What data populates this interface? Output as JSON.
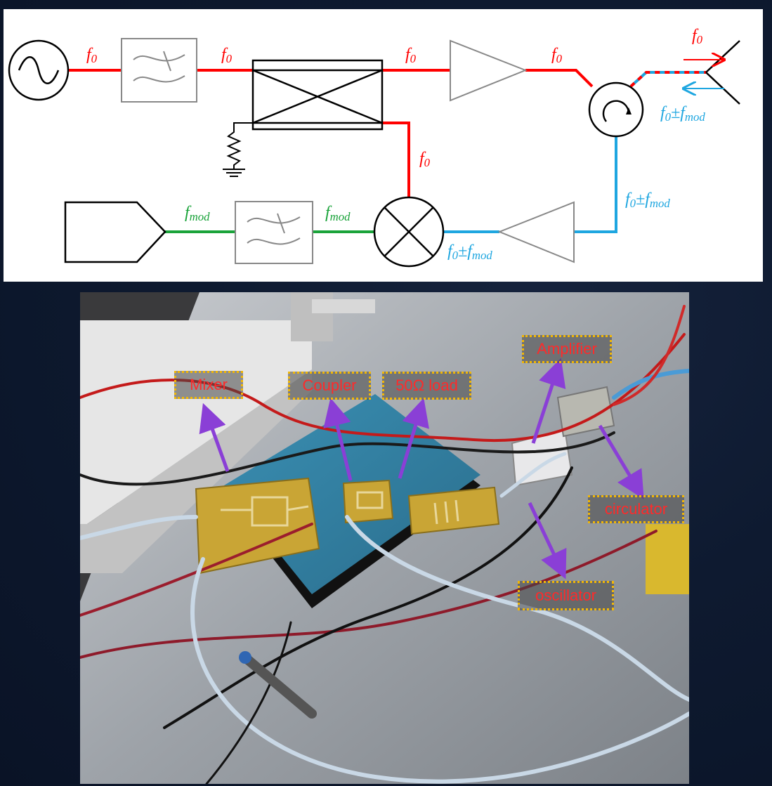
{
  "schematic": {
    "signal_labels": {
      "f0_1": "f0",
      "f0_2": "f0",
      "f0_3": "f0",
      "f0_4": "f0",
      "f0_5": "f0",
      "f0_6": "f0",
      "fmod_1": "fmod",
      "fmod_2": "fmod",
      "f0_fmod_1": "f0±fmod",
      "f0_fmod_2": "f0±fmod",
      "f0_fmod_3": "f0±fmod"
    },
    "colors": {
      "carrier": "#ff0000",
      "modulation": "#1aa33a",
      "return": "#1ea6e0",
      "component_gray": "#808080"
    }
  },
  "photo": {
    "labels": {
      "mixer": "Mixer",
      "coupler": "Coupler",
      "load": "50Ω load",
      "amplifier": "Amplifier",
      "circulator": "circulator",
      "oscillator": "oscillator"
    },
    "colors": {
      "label_text": "#ff2a2a",
      "label_border": "#f2b705",
      "arrow": "#8a3fd6"
    }
  }
}
